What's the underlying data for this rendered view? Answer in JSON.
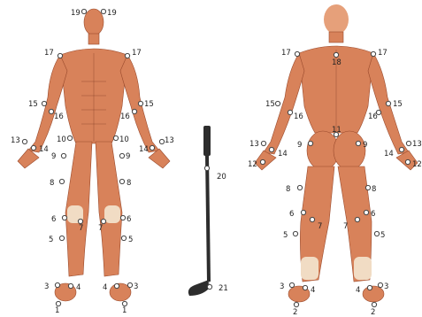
{
  "figures": {
    "front": {
      "labels": [
        {
          "id": "19",
          "side": "L"
        },
        {
          "id": "19",
          "side": "R"
        },
        {
          "id": "17",
          "side": "L"
        },
        {
          "id": "17",
          "side": "R"
        },
        {
          "id": "15",
          "side": "L"
        },
        {
          "id": "15",
          "side": "R"
        },
        {
          "id": "16",
          "side": "L"
        },
        {
          "id": "16",
          "side": "R"
        },
        {
          "id": "13",
          "side": "L"
        },
        {
          "id": "13",
          "side": "R"
        },
        {
          "id": "14",
          "side": "L"
        },
        {
          "id": "14",
          "side": "R"
        },
        {
          "id": "10",
          "side": "L"
        },
        {
          "id": "10",
          "side": "R"
        },
        {
          "id": "9",
          "side": "L"
        },
        {
          "id": "9",
          "side": "R"
        },
        {
          "id": "8",
          "side": "L"
        },
        {
          "id": "8",
          "side": "R"
        },
        {
          "id": "6",
          "side": "L"
        },
        {
          "id": "6",
          "side": "R"
        },
        {
          "id": "7",
          "side": "L"
        },
        {
          "id": "7",
          "side": "R"
        },
        {
          "id": "5",
          "side": "L"
        },
        {
          "id": "5",
          "side": "R"
        },
        {
          "id": "3",
          "side": "L"
        },
        {
          "id": "3",
          "side": "R"
        },
        {
          "id": "4",
          "side": "L"
        },
        {
          "id": "4",
          "side": "R"
        },
        {
          "id": "1",
          "side": "L"
        },
        {
          "id": "1",
          "side": "R"
        }
      ]
    },
    "back": {
      "labels": [
        {
          "id": "17",
          "side": "L"
        },
        {
          "id": "17",
          "side": "R"
        },
        {
          "id": "18",
          "side": "C"
        },
        {
          "id": "15",
          "side": "L"
        },
        {
          "id": "15",
          "side": "R"
        },
        {
          "id": "16",
          "side": "L"
        },
        {
          "id": "16",
          "side": "R"
        },
        {
          "id": "11",
          "side": "C"
        },
        {
          "id": "13",
          "side": "L"
        },
        {
          "id": "13",
          "side": "R"
        },
        {
          "id": "14",
          "side": "L"
        },
        {
          "id": "14",
          "side": "R"
        },
        {
          "id": "12",
          "side": "L"
        },
        {
          "id": "12",
          "side": "R"
        },
        {
          "id": "9",
          "side": "L"
        },
        {
          "id": "9",
          "side": "R"
        },
        {
          "id": "8",
          "side": "L"
        },
        {
          "id": "8",
          "side": "R"
        },
        {
          "id": "6",
          "side": "L"
        },
        {
          "id": "6",
          "side": "R"
        },
        {
          "id": "7",
          "side": "L"
        },
        {
          "id": "7",
          "side": "R"
        },
        {
          "id": "5",
          "side": "L"
        },
        {
          "id": "5",
          "side": "R"
        },
        {
          "id": "3",
          "side": "L"
        },
        {
          "id": "3",
          "side": "R"
        },
        {
          "id": "4",
          "side": "L"
        },
        {
          "id": "4",
          "side": "R"
        },
        {
          "id": "2",
          "side": "L"
        },
        {
          "id": "2",
          "side": "R"
        }
      ]
    },
    "club": {
      "labels": [
        {
          "id": "20",
          "part": "shaft"
        },
        {
          "id": "21",
          "part": "head"
        }
      ]
    }
  },
  "colors": {
    "skin": "#d8825a",
    "tendon": "#f1dcc4",
    "club": "#2d2d2d",
    "marker_fill": "#ffffff",
    "marker_stroke": "#444444"
  }
}
